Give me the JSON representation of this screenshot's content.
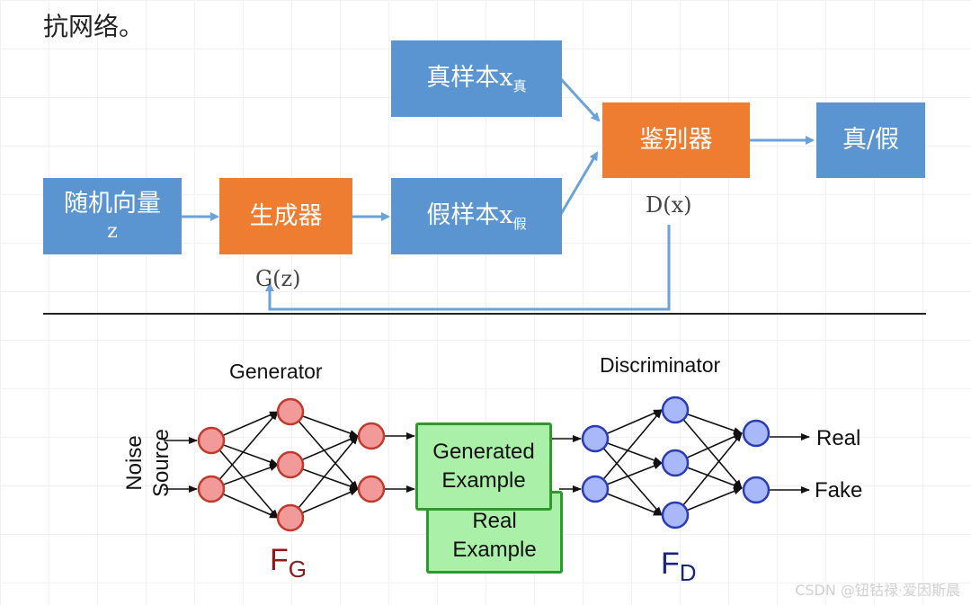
{
  "intro_text": "抗网络。",
  "top_diagram": {
    "real_sample": {
      "text": "真样本x",
      "sub": "真"
    },
    "fake_sample": {
      "text": "假样本x",
      "sub": "假"
    },
    "noise_vector": {
      "line1": "随机向量",
      "line2": "z"
    },
    "generator": "生成器",
    "discriminator": "鉴别器",
    "output": "真/假",
    "generator_fn": "G(z)",
    "discriminator_fn": "D(x)",
    "colors": {
      "data_box": "#5b95d1",
      "model_box": "#ee7d32",
      "arrow": "#6ba2d8"
    }
  },
  "bottom_diagram": {
    "generator_title": "Generator",
    "discriminator_title": "Discriminator",
    "noise_source": "Noise Source",
    "generated_example": "Generated Example",
    "real_example": "Real Example",
    "output_real": "Real",
    "output_fake": "Fake",
    "fg_main": "F",
    "fg_sub": "G",
    "fd_main": "F",
    "fd_sub": "D",
    "colors": {
      "generator_node": "#f29a9a",
      "discriminator_node": "#a8b8f8",
      "example_box": "#aaf0a8"
    }
  },
  "watermark": "CSDN @钮钴禄·爱因斯晨"
}
